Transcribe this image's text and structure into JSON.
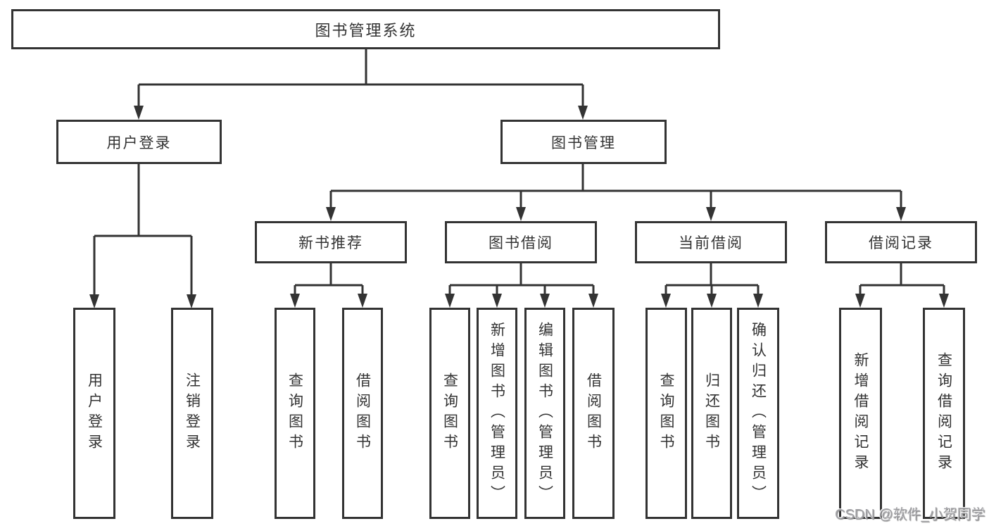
{
  "title": "图书管理系统",
  "nodes": {
    "root": "图书管理系统",
    "user_login": "用户登录",
    "book_management": "图书管理",
    "new_book_recommend": "新书推荐",
    "book_borrow": "图书借阅",
    "current_borrow": "当前借阅",
    "borrow_record": "借阅记录",
    "leaf_user_login": "用户登录",
    "leaf_logout": "注销登录",
    "leaf_query_book_recommend": "查询图书",
    "leaf_borrow_book_recommend": "借阅图书",
    "leaf_query_book_borrow": "查询图书",
    "leaf_add_book_admin": "新增图书（管理员）",
    "leaf_edit_book_admin": "编辑图书（管理员）",
    "leaf_borrow_book_borrow": "借阅图书",
    "leaf_query_book_current": "查询图书",
    "leaf_return_book": "归还图书",
    "leaf_confirm_return_admin": "确认归还（管理员）",
    "leaf_add_borrow_record": "新增借阅记录",
    "leaf_query_borrow_record": "查询借阅记录"
  },
  "hierarchy": {
    "图书管理系统": {
      "用户登录": [
        "用户登录",
        "注销登录"
      ],
      "图书管理": {
        "新书推荐": [
          "查询图书",
          "借阅图书"
        ],
        "图书借阅": [
          "查询图书",
          "新增图书（管理员）",
          "编辑图书（管理员）",
          "借阅图书"
        ],
        "当前借阅": [
          "查询图书",
          "归还图书",
          "确认归还（管理员）"
        ],
        "借阅记录": [
          "新增借阅记录",
          "查询借阅记录"
        ]
      }
    }
  },
  "watermark": "CSDN @软件_小贺同学",
  "colors": {
    "line": "#333333",
    "box_border": "#333333",
    "box_background": "#ffffff",
    "text": "#333333",
    "watermark": "#a0a0a4"
  }
}
